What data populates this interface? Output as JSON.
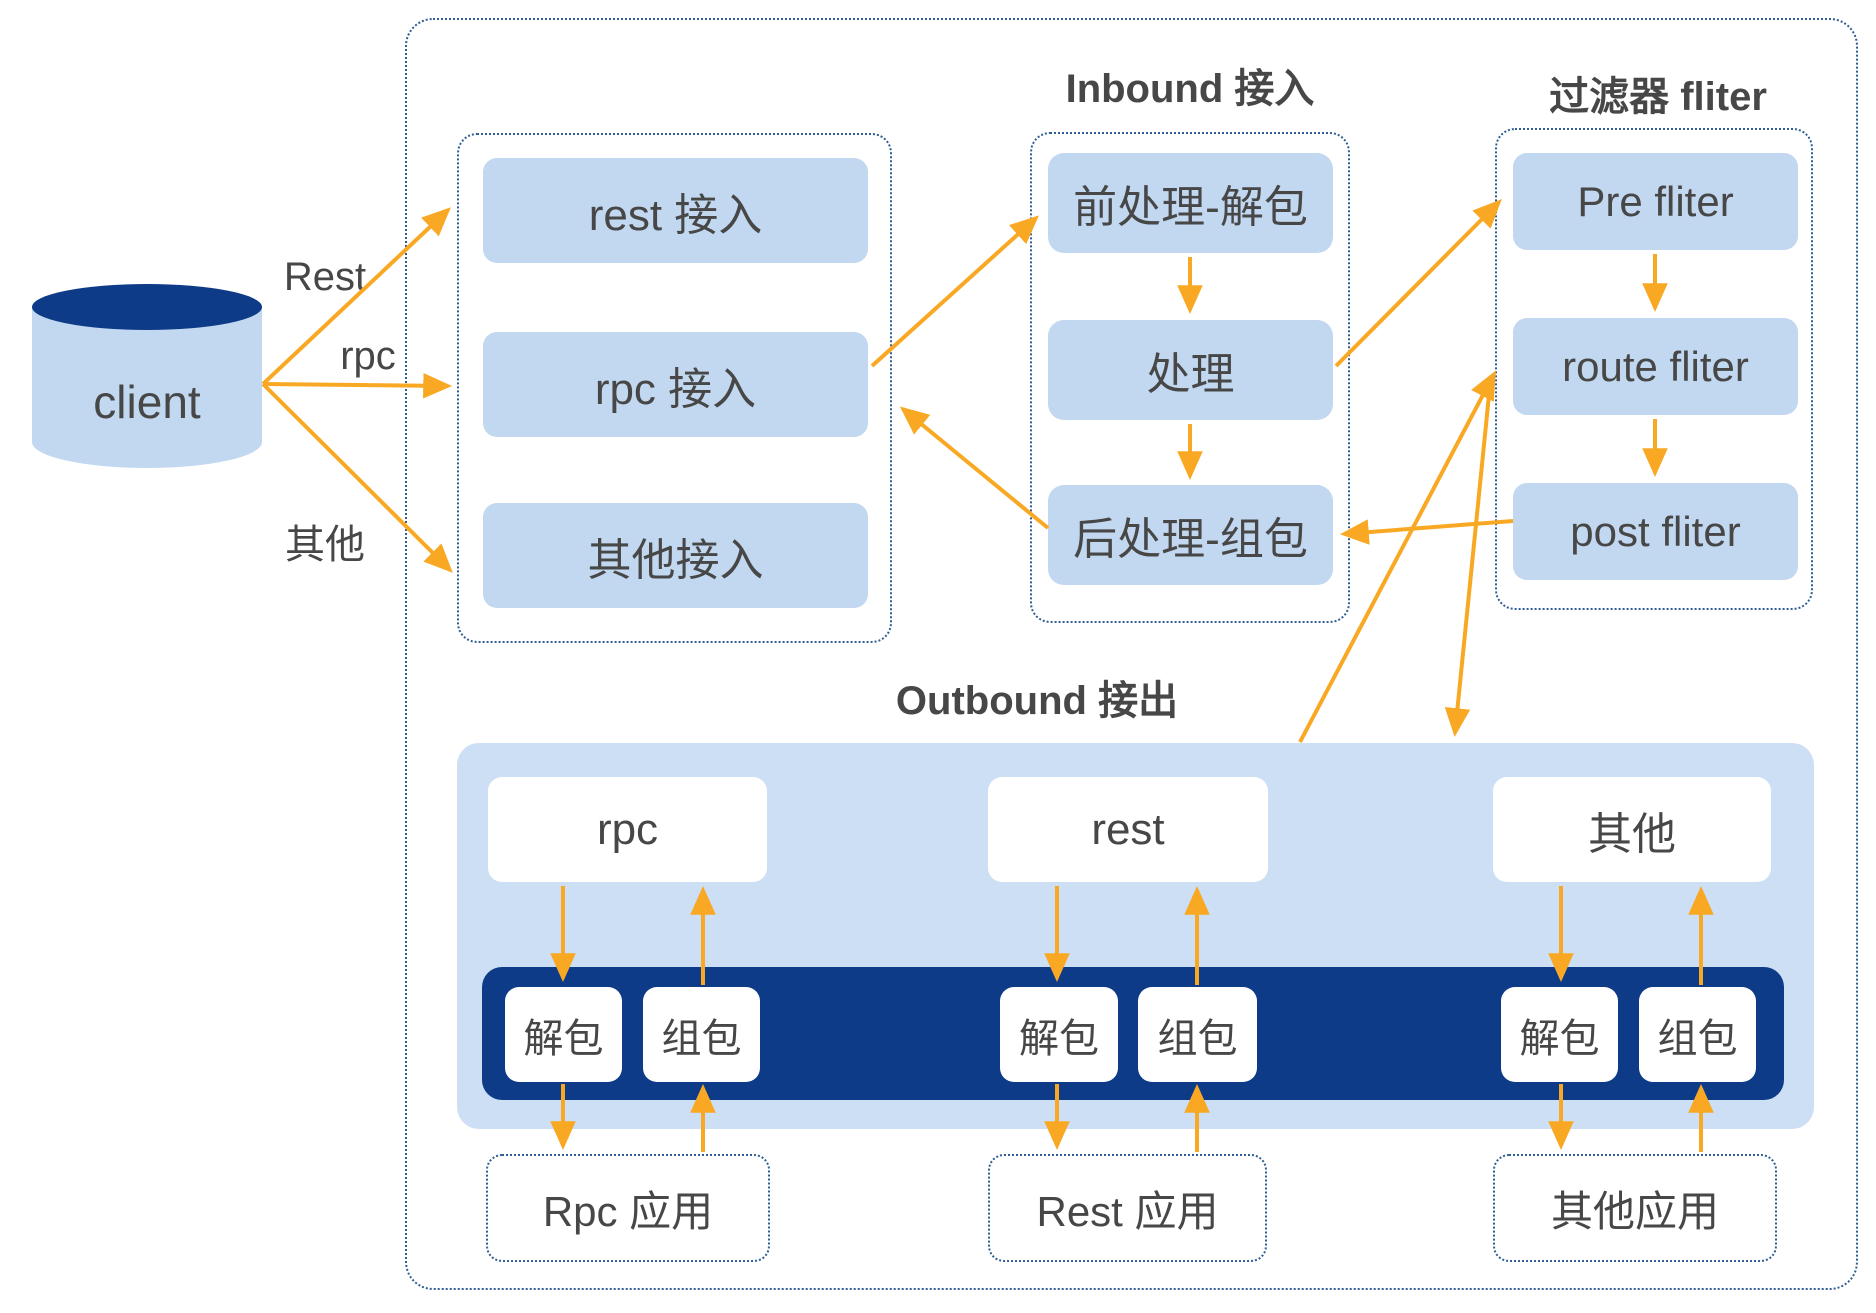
{
  "client": {
    "label": "client",
    "link_rest": "Rest",
    "link_rpc": "rpc",
    "link_other": "其他"
  },
  "access": {
    "rest": "rest 接入",
    "rpc": "rpc 接入",
    "other": "其他接入"
  },
  "inbound": {
    "title": "Inbound 接入",
    "pre": "前处理-解包",
    "process": "处理",
    "post": "后处理-组包"
  },
  "filter": {
    "title": "过滤器 fliter",
    "pre": "Pre fliter",
    "route": "route fliter",
    "post": "post fliter"
  },
  "outbound": {
    "title": "Outbound 接出",
    "rpc": {
      "name": "rpc",
      "unpack": "解包",
      "pack": "组包",
      "app": "Rpc 应用"
    },
    "rest": {
      "name": "rest",
      "unpack": "解包",
      "pack": "组包",
      "app": "Rest 应用"
    },
    "other": {
      "name": "其他",
      "unpack": "解包",
      "pack": "组包",
      "app": "其他应用"
    }
  },
  "colors": {
    "arrow_orange": "#F9A823",
    "navy": "#0D3B87",
    "box_blue": "#C2D8F0",
    "container_blue": "#CDDFF4",
    "dotted_border_blue": "#2E5E94",
    "text_gray": "#474747"
  }
}
